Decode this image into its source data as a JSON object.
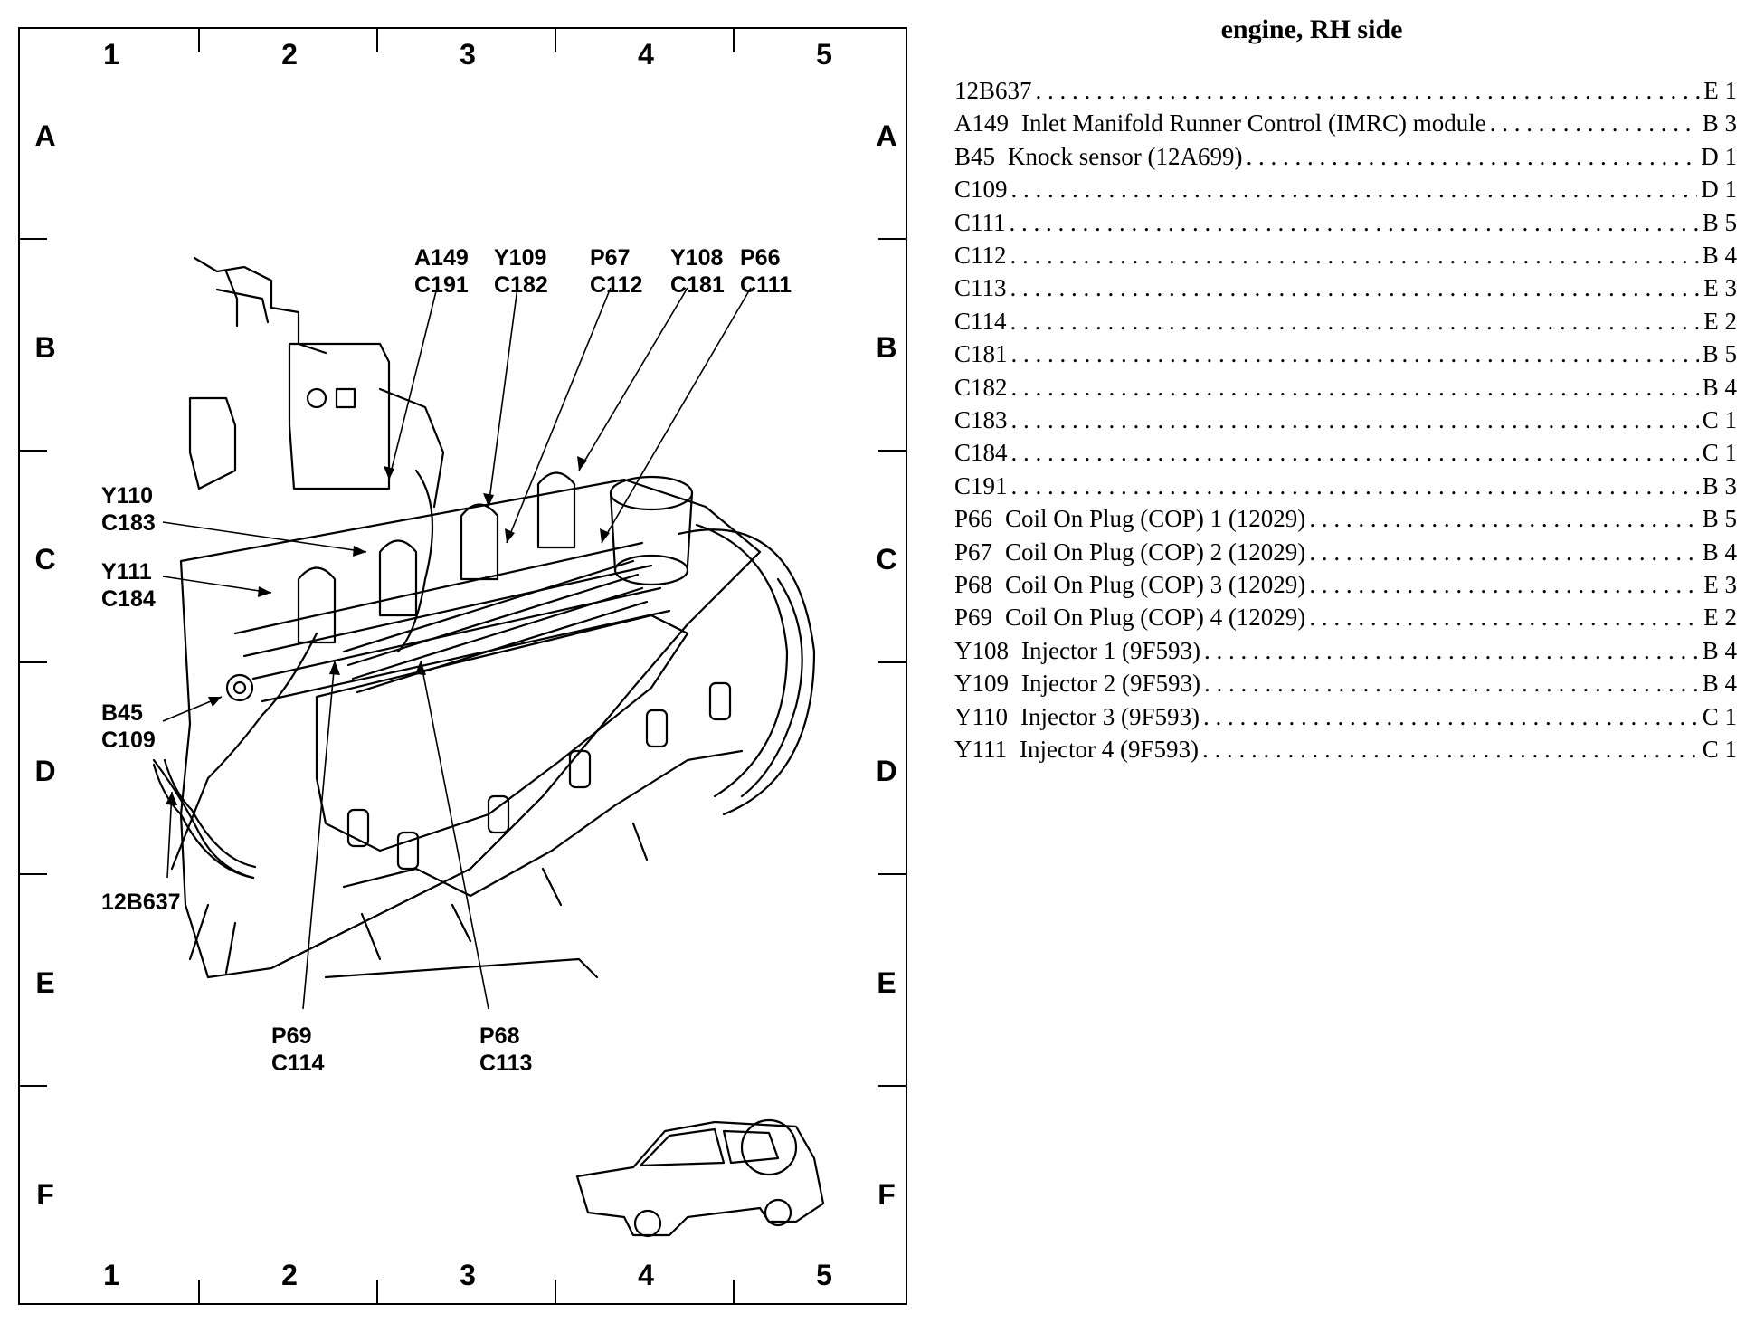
{
  "title": "engine, RH side",
  "grid": {
    "columns": [
      "1",
      "2",
      "3",
      "4",
      "5"
    ],
    "rows": [
      "A",
      "B",
      "C",
      "D",
      "E",
      "F"
    ]
  },
  "callouts": {
    "a149": "A149",
    "c191": "C191",
    "y109": "Y109",
    "c182": "C182",
    "p67": "P67",
    "c112": "C112",
    "y108": "Y108",
    "c181": "C181",
    "p66": "P66",
    "c111": "C111",
    "y110": "Y110",
    "c183": "C183",
    "y111": "Y111",
    "c184": "C184",
    "b45": "B45",
    "c109": "C109",
    "n12b637": "12B637",
    "p69": "P69",
    "c114": "C114",
    "p68": "P68",
    "c113": "C113"
  },
  "index": [
    {
      "code": "12B637",
      "desc": "",
      "loc": "E 1"
    },
    {
      "code": "A149",
      "desc": "Inlet Manifold Runner Control (IMRC) module",
      "loc": "B 3"
    },
    {
      "code": "B45",
      "desc": "Knock sensor (12A699)",
      "loc": "D 1"
    },
    {
      "code": "C109",
      "desc": "",
      "loc": "D 1"
    },
    {
      "code": "C111",
      "desc": "",
      "loc": "B 5"
    },
    {
      "code": "C112",
      "desc": "",
      "loc": "B 4"
    },
    {
      "code": "C113",
      "desc": "",
      "loc": "E 3"
    },
    {
      "code": "C114",
      "desc": "",
      "loc": "E 2"
    },
    {
      "code": "C181",
      "desc": "",
      "loc": "B 5"
    },
    {
      "code": "C182",
      "desc": "",
      "loc": "B 4"
    },
    {
      "code": "C183",
      "desc": "",
      "loc": "C 1"
    },
    {
      "code": "C184",
      "desc": "",
      "loc": "C 1"
    },
    {
      "code": "C191",
      "desc": "",
      "loc": "B 3"
    },
    {
      "code": "P66",
      "desc": "Coil On Plug (COP) 1 (12029)",
      "loc": "B 5"
    },
    {
      "code": "P67",
      "desc": "Coil On Plug (COP) 2 (12029)",
      "loc": "B 4"
    },
    {
      "code": "P68",
      "desc": "Coil On Plug (COP) 3 (12029)",
      "loc": "E 3"
    },
    {
      "code": "P69",
      "desc": "Coil On Plug (COP) 4 (12029)",
      "loc": "E 2"
    },
    {
      "code": "Y108",
      "desc": "Injector 1 (9F593)",
      "loc": "B 4"
    },
    {
      "code": "Y109",
      "desc": "Injector 2 (9F593)",
      "loc": "B 4"
    },
    {
      "code": "Y110",
      "desc": "Injector 3 (9F593)",
      "loc": "C 1"
    },
    {
      "code": "Y111",
      "desc": "Injector 4 (9F593)",
      "loc": "C 1"
    }
  ]
}
